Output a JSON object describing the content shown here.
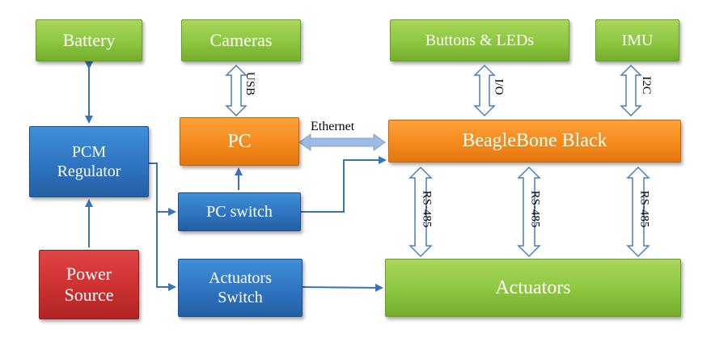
{
  "blocks": {
    "battery": "Battery",
    "cameras": "Cameras",
    "buttons_leds": "Buttons & LEDs",
    "imu": "IMU",
    "pcm_regulator": [
      "PCM",
      "Regulator"
    ],
    "pc": "PC",
    "beaglebone": "BeagleBone Black",
    "pc_switch": "PC switch",
    "power_source": [
      "Power",
      "Source"
    ],
    "actuators_switch": [
      "Actuators",
      "Switch"
    ],
    "actuators": "Actuators"
  },
  "links": {
    "usb": "USB",
    "io": "I/O",
    "i2c": "I2C",
    "ethernet": "Ethernet",
    "rs485_1": "RS-485",
    "rs485_2": "RS-485",
    "rs485_3": "RS-485"
  },
  "colors": {
    "green": "#8cc63f",
    "blue": "#2f74c0",
    "orange": "#f48a1c",
    "red": "#cc3030",
    "arrow": "#3b73b9"
  }
}
